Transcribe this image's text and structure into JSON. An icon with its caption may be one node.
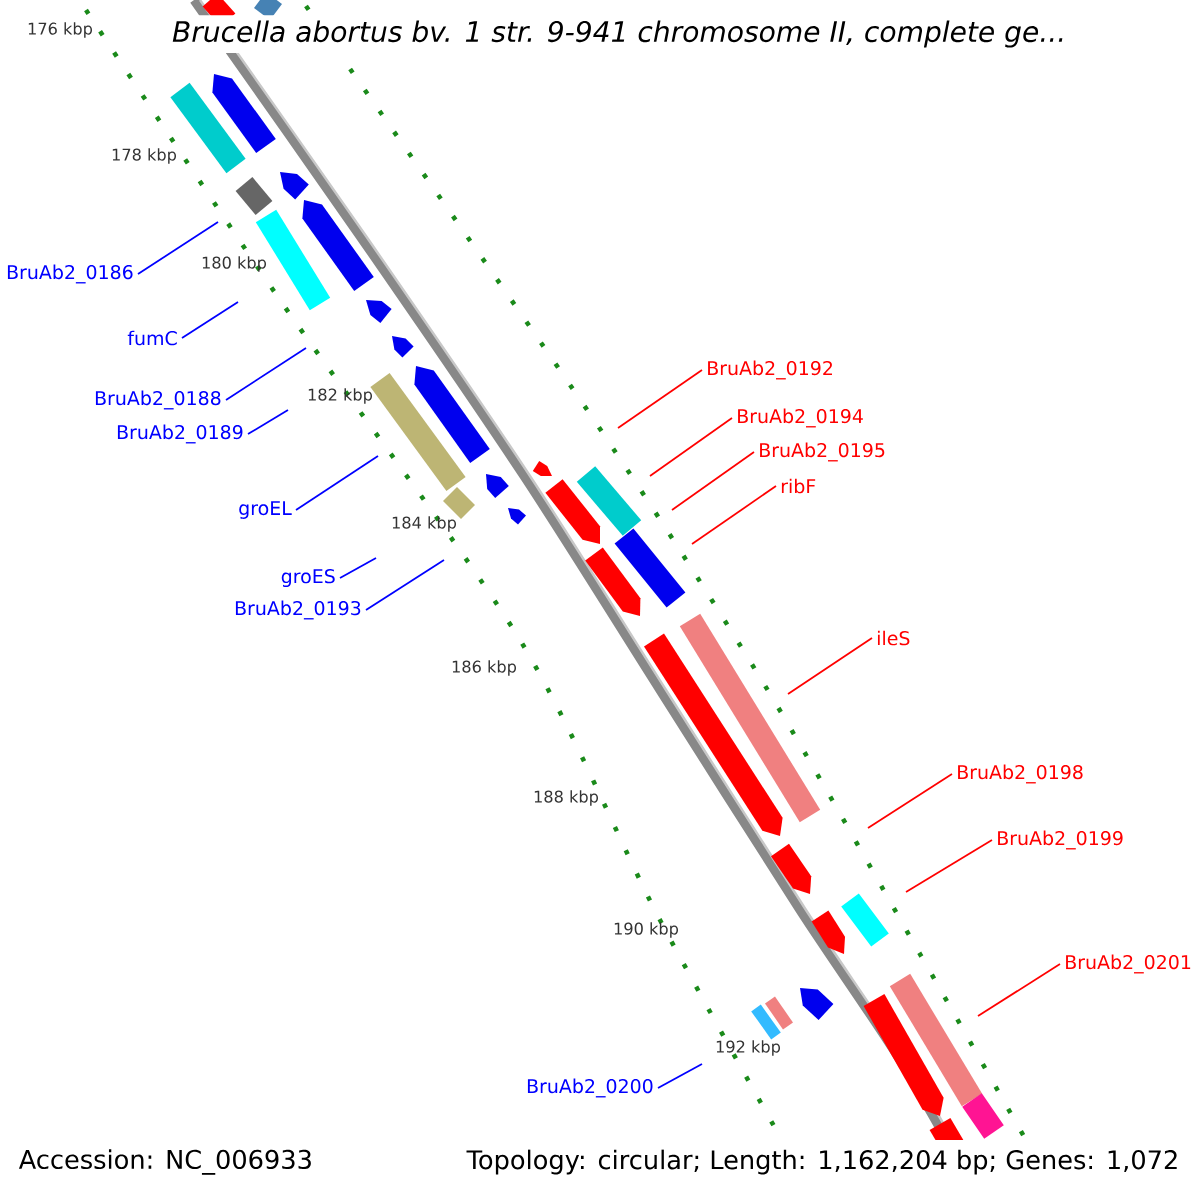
{
  "diagram": {
    "title": "Brucella abortus bv. 1 str. 9-941 chromosome II, complete ge...",
    "nodes": [
      {
        "text": [
          "BruAb2_0186"
        ]
      },
      {
        "text": [
          "fumC"
        ]
      },
      {
        "text": [
          "BruAb2_0188"
        ]
      },
      {
        "text": [
          "BruAb2_0189"
        ]
      },
      {
        "text": [
          "groEL"
        ]
      },
      {
        "text": [
          "groES"
        ]
      },
      {
        "text": [
          "BruAb2_0193"
        ]
      },
      {
        "text": [
          "BruAb2_0192"
        ]
      },
      {
        "text": [
          "BruAb2_0194"
        ]
      },
      {
        "text": [
          "BruAb2_0195"
        ]
      },
      {
        "text": [
          "ribF"
        ]
      },
      {
        "text": [
          "ileS"
        ]
      },
      {
        "text": [
          "BruAb2_0198"
        ]
      },
      {
        "text": [
          "BruAb2_0199"
        ]
      },
      {
        "text": [
          "BruAb2_0201"
        ]
      },
      {
        "text": [
          "BruAb2_0200"
        ]
      }
    ],
    "edges": [
      {
        "from": 0,
        "to": null,
        "arrow": "none",
        "color": "#0000ff"
      },
      {
        "from": 1,
        "to": null,
        "arrow": "none",
        "color": "#0000ff"
      },
      {
        "from": 2,
        "to": null,
        "arrow": "none",
        "color": "#0000ff"
      },
      {
        "from": 3,
        "to": null,
        "arrow": "none",
        "color": "#0000ff"
      },
      {
        "from": 4,
        "to": null,
        "arrow": "none",
        "color": "#0000ff"
      },
      {
        "from": 5,
        "to": null,
        "arrow": "none",
        "color": "#0000ff"
      },
      {
        "from": 6,
        "to": null,
        "arrow": "none",
        "color": "#0000ff"
      },
      {
        "from": 7,
        "to": null,
        "arrow": "none",
        "color": "#ff0000"
      },
      {
        "from": 8,
        "to": null,
        "arrow": "none",
        "color": "#ff0000"
      },
      {
        "from": 9,
        "to": null,
        "arrow": "none",
        "color": "#ff0000"
      },
      {
        "from": 10,
        "to": null,
        "arrow": "none",
        "color": "#ff0000"
      },
      {
        "from": 11,
        "to": null,
        "arrow": "none",
        "color": "#ff0000"
      },
      {
        "from": 12,
        "to": null,
        "arrow": "none",
        "color": "#ff0000"
      },
      {
        "from": 13,
        "to": null,
        "arrow": "none",
        "color": "#ff0000"
      },
      {
        "from": 14,
        "to": null,
        "arrow": "none",
        "color": "#ff0000"
      },
      {
        "from": 15,
        "to": null,
        "arrow": "none",
        "color": "#0000ff"
      }
    ],
    "labels": [
      "176 kbp",
      "178 kbp",
      "180 kbp",
      "182 kbp",
      "184 kbp",
      "186 kbp",
      "188 kbp",
      "190 kbp",
      "192 kbp",
      "Accession: NC_006933",
      "Topology: circular; Length: 1,162,204 bp; Genes: 1,072"
    ]
  }
}
